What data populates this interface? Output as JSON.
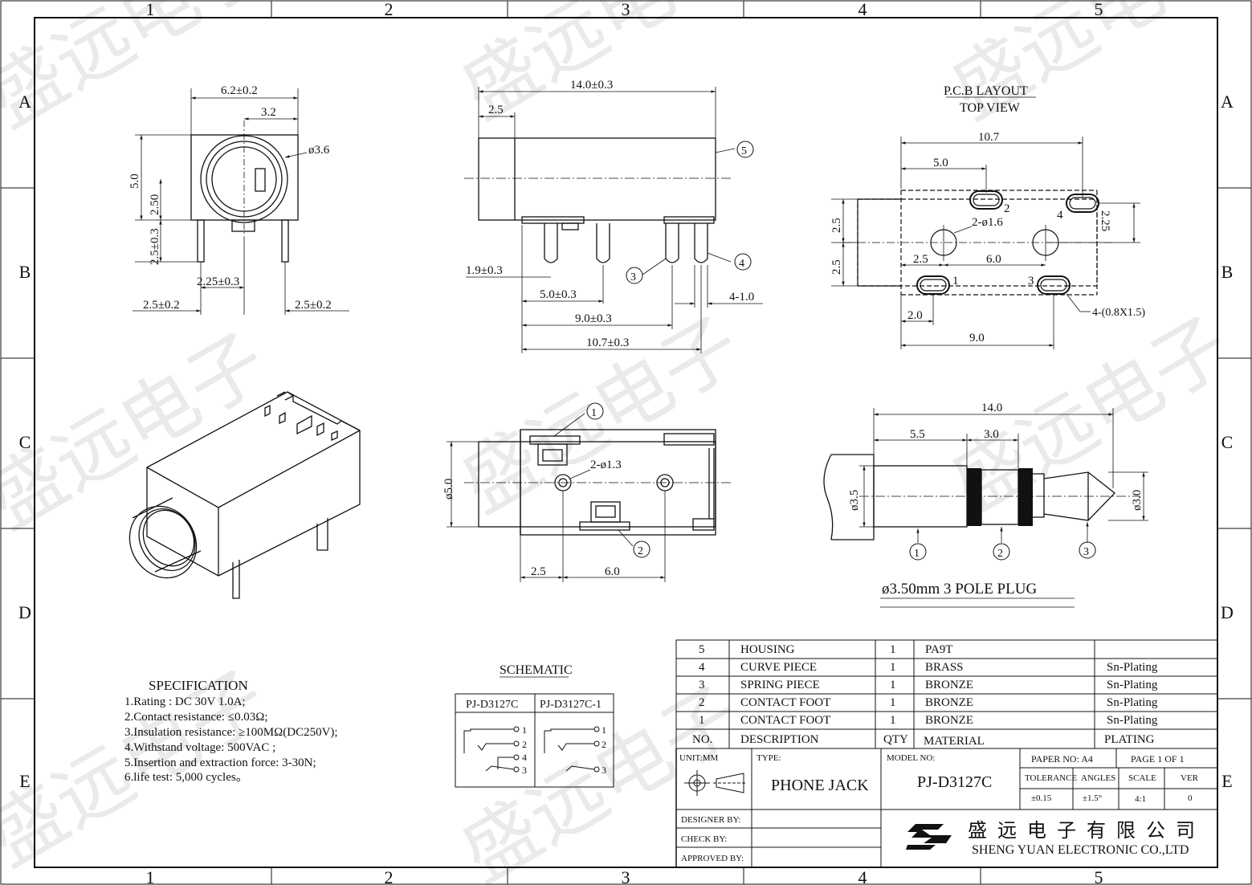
{
  "border": {
    "columns": [
      "1",
      "2",
      "3",
      "4",
      "5"
    ],
    "rows": [
      "A",
      "B",
      "C",
      "D",
      "E"
    ]
  },
  "watermark": "盛远电子",
  "front_view": {
    "dims": [
      "6.2±0.2",
      "3.2",
      "ø3.6",
      "5.0",
      "2.50",
      "2.5±0.3",
      "2.25±0.3",
      "2.5±0.2",
      "2.5±0.2"
    ]
  },
  "side_view": {
    "dims": [
      "14.0±0.3",
      "2.5",
      "1.9±0.3",
      "5.0±0.3",
      "9.0±0.3",
      "10.7±0.3",
      "4-1.0"
    ],
    "callouts": [
      "5",
      "3",
      "4"
    ]
  },
  "pcb": {
    "title": "P.C.B LAYOUT",
    "subtitle": "TOP VIEW",
    "dims": [
      "10.7",
      "5.0",
      "2-ø1.6",
      "2.5",
      "2.5",
      "2.25",
      "2.5",
      "6.0",
      "2.0",
      "9.0",
      "4-(0.8X1.5)"
    ],
    "pins": [
      "1",
      "2",
      "3",
      "4"
    ]
  },
  "bottom_view": {
    "dims": [
      "2-ø1.3",
      "ø5.0",
      "2.5",
      "6.0"
    ],
    "callouts": [
      "1",
      "2"
    ]
  },
  "plug": {
    "dims": [
      "14.0",
      "5.5",
      "3.0",
      "ø3.5",
      "ø3.0"
    ],
    "callouts": [
      "1",
      "2",
      "3"
    ],
    "caption": "ø3.50mm 3 POLE PLUG"
  },
  "specification": {
    "title": "SPECIFICATION",
    "items": [
      "1.Rating : DC 30V 1.0A;",
      "2.Contact resistance: ≤0.03Ω;",
      "3.Insulation resistance: ≥100MΩ(DC250V);",
      "4.Withstand voltage: 500VAC ;",
      "5.Insertion and extraction force: 3-30N;",
      "6.life test: 5,000 cycles。"
    ]
  },
  "schematic": {
    "title": "SCHEMATIC",
    "models": [
      "PJ-D3127C",
      "PJ-D3127C-1"
    ],
    "left_pins": [
      "1",
      "2",
      "4",
      "3"
    ],
    "right_pins": [
      "1",
      "2",
      "3"
    ]
  },
  "bom": {
    "rows": [
      {
        "no": "5",
        "desc": "HOUSING",
        "qty": "1",
        "material": "PA9T",
        "plating": ""
      },
      {
        "no": "4",
        "desc": "CURVE PIECE",
        "qty": "1",
        "material": "BRASS",
        "plating": "Sn-Plating"
      },
      {
        "no": "3",
        "desc": "SPRING PIECE",
        "qty": "1",
        "material": "BRONZE",
        "plating": "Sn-Plating"
      },
      {
        "no": "2",
        "desc": "CONTACT FOOT",
        "qty": "1",
        "material": "BRONZE",
        "plating": "Sn-Plating"
      },
      {
        "no": "1",
        "desc": "CONTACT FOOT",
        "qty": "1",
        "material": "BRONZE",
        "plating": "Sn-Plating"
      }
    ],
    "header": {
      "no": "NO.",
      "desc": "DESCRIPTION",
      "qty": "QTY",
      "material": "MATERIAL",
      "plating": "PLATING"
    }
  },
  "title_block": {
    "unit": "UNIT:MM",
    "type_label": "TYPE:",
    "type": "PHONE JACK",
    "model_label": "MODEL NO:",
    "model": "PJ-D3127C",
    "paper": "PAPER NO: A4",
    "page": "PAGE 1 OF 1",
    "tolerance_label": "TOLERANCE",
    "angles_label": "ANGLES",
    "scale_label": "SCALE",
    "ver_label": "VER",
    "tolerance": "±0.15",
    "angles": "±1.5°",
    "scale": "4:1",
    "ver": "0",
    "designer": "DESIGNER BY:",
    "check": "CHECK BY:",
    "approved": "APPROVED BY:",
    "company_cn": "盛远电子有限公司",
    "company_en": "SHENG YUAN ELECTRONIC CO.,LTD"
  }
}
